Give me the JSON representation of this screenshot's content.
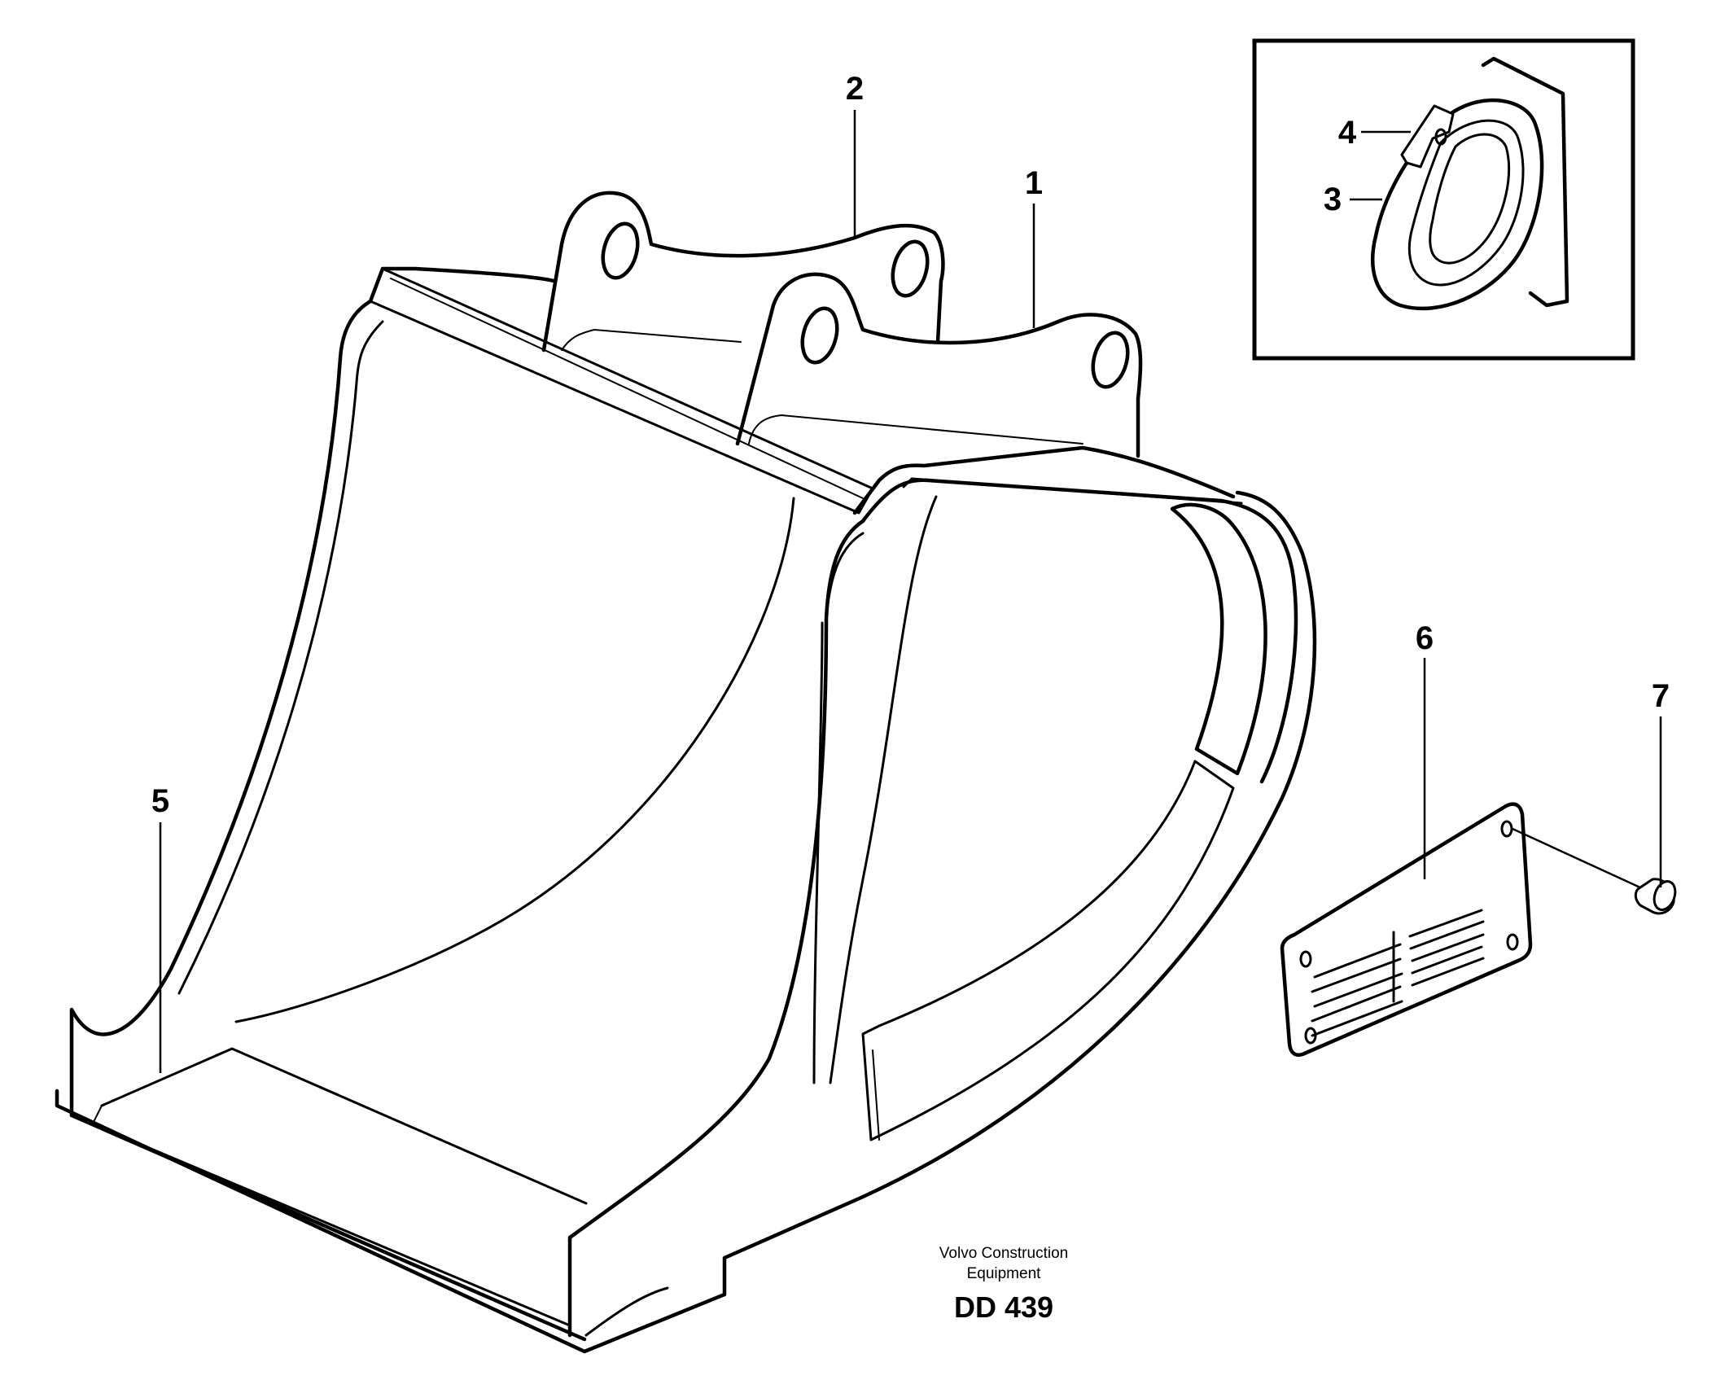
{
  "callouts": [
    {
      "id": "1",
      "label": "1"
    },
    {
      "id": "2",
      "label": "2"
    },
    {
      "id": "3",
      "label": "3"
    },
    {
      "id": "4",
      "label": "4"
    },
    {
      "id": "5",
      "label": "5"
    },
    {
      "id": "6",
      "label": "6"
    },
    {
      "id": "7",
      "label": "7"
    }
  ],
  "caption": {
    "line1": "Volvo Construction",
    "line2": "Equipment",
    "code": "DD 439"
  },
  "colors": {
    "line": "#000000",
    "background": "#ffffff"
  }
}
